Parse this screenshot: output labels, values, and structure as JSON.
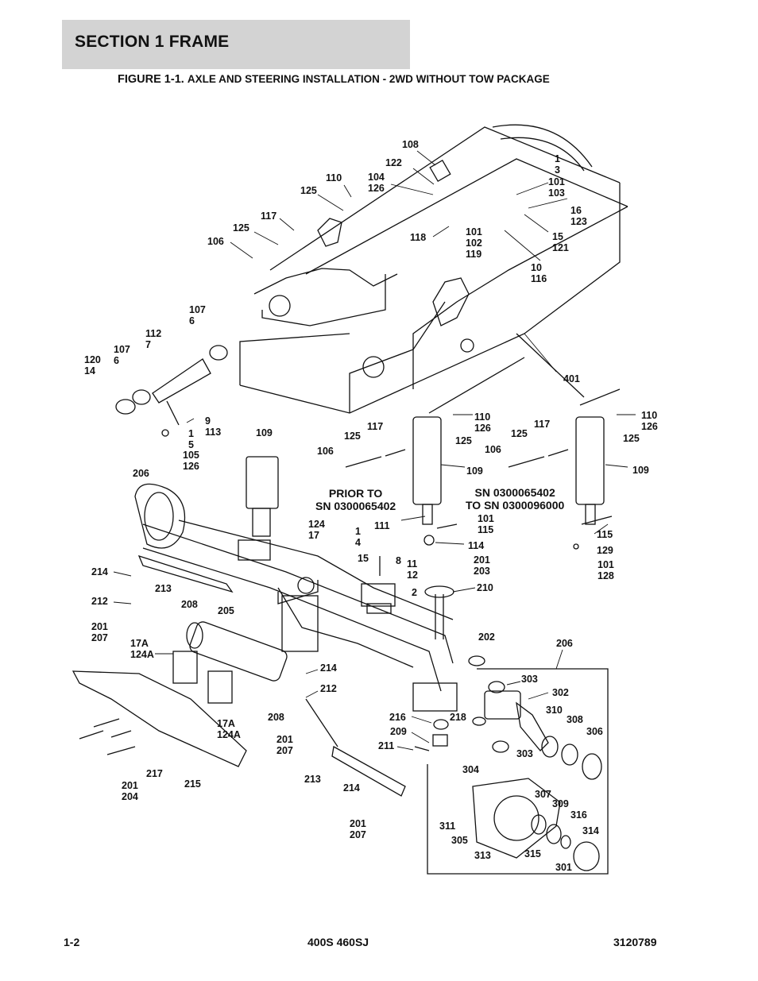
{
  "header": {
    "section": "SECTION 1  FRAME",
    "figure_prefix": "FIGURE 1-1.",
    "figure_title": "AXLE AND STEERING INSTALLATION - 2WD WITHOUT TOW PACKAGE"
  },
  "serial_notes": {
    "prior": "PRIOR TO\nSN 0300065402",
    "range": "SN 0300065402\nTO SN 0300096000"
  },
  "callouts": [
    "108",
    "122",
    "104\n126",
    "110",
    "125",
    "117",
    "125",
    "106",
    "1\n3",
    "101\n103",
    "16\n123",
    "15\n121",
    "118",
    "101\n102\n119",
    "10\n116",
    "107\n6",
    "112\n7",
    "107\n6",
    "120\n14",
    "9\n113",
    "1\n5",
    "105\n126",
    "401",
    "109",
    "110\n126",
    "117",
    "125",
    "125",
    "106",
    "109",
    "110\n126",
    "117",
    "125",
    "125",
    "106",
    "109",
    "206",
    "124\n17",
    "1\n4",
    "111",
    "101\n115",
    "114",
    "115",
    "129",
    "101\n128",
    "15",
    "8",
    "11\n12",
    "2",
    "201\n203",
    "210",
    "214",
    "213",
    "212",
    "208",
    "205",
    "201\n207",
    "17A\n124A",
    "202",
    "206",
    "303",
    "302",
    "310",
    "308",
    "306",
    "216",
    "218",
    "209",
    "211",
    "303",
    "304",
    "214",
    "212",
    "208",
    "201\n207",
    "17A\n124A",
    "213",
    "214",
    "201\n207",
    "217",
    "215",
    "201\n204",
    "307",
    "309",
    "316",
    "314",
    "311",
    "305",
    "313",
    "315",
    "301"
  ],
  "footer": {
    "page": "1-2",
    "model": "400S 460SJ",
    "doc_number": "3120789"
  }
}
